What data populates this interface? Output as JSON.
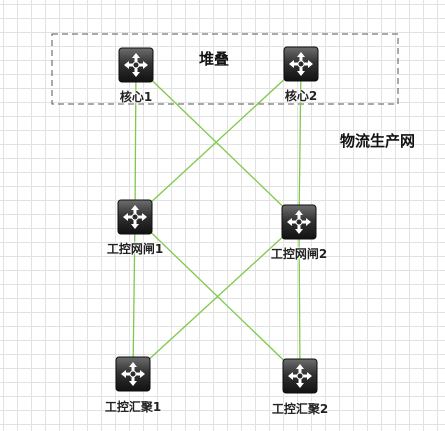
{
  "stack_group": {
    "label": "堆叠"
  },
  "network": {
    "label": "物流生产网"
  },
  "colors": {
    "link": "#7dc94a",
    "device_dark": "#1a1a1a",
    "device_light": "#6e6e6e",
    "group_border": "#555555"
  },
  "devices": [
    {
      "id": "core1",
      "label": "核心1",
      "icon": "router-icon"
    },
    {
      "id": "core2",
      "label": "核心2",
      "icon": "router-icon"
    },
    {
      "id": "gw1",
      "label": "工控网闸1",
      "icon": "router-icon"
    },
    {
      "id": "gw2",
      "label": "工控网闸2",
      "icon": "router-icon"
    },
    {
      "id": "agg1",
      "label": "工控汇聚1",
      "icon": "router-icon"
    },
    {
      "id": "agg2",
      "label": "工控汇聚2",
      "icon": "router-icon"
    }
  ],
  "links": [
    {
      "from": "core1",
      "to": "gw1"
    },
    {
      "from": "core1",
      "to": "gw2"
    },
    {
      "from": "core2",
      "to": "gw1"
    },
    {
      "from": "core2",
      "to": "gw2"
    },
    {
      "from": "gw1",
      "to": "agg1"
    },
    {
      "from": "gw1",
      "to": "agg2"
    },
    {
      "from": "gw2",
      "to": "agg1"
    },
    {
      "from": "gw2",
      "to": "agg2"
    }
  ]
}
